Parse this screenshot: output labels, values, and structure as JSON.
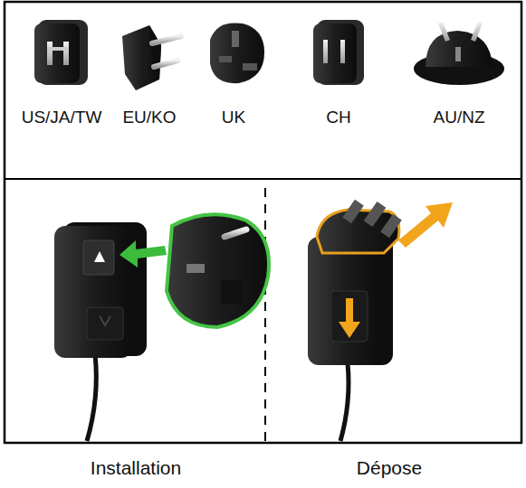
{
  "diagram": {
    "labels": [
      "US/JA/TW",
      "EU/KO",
      "UK",
      "CH",
      "AU/NZ",
      "Installation",
      "Dépose"
    ]
  }
}
